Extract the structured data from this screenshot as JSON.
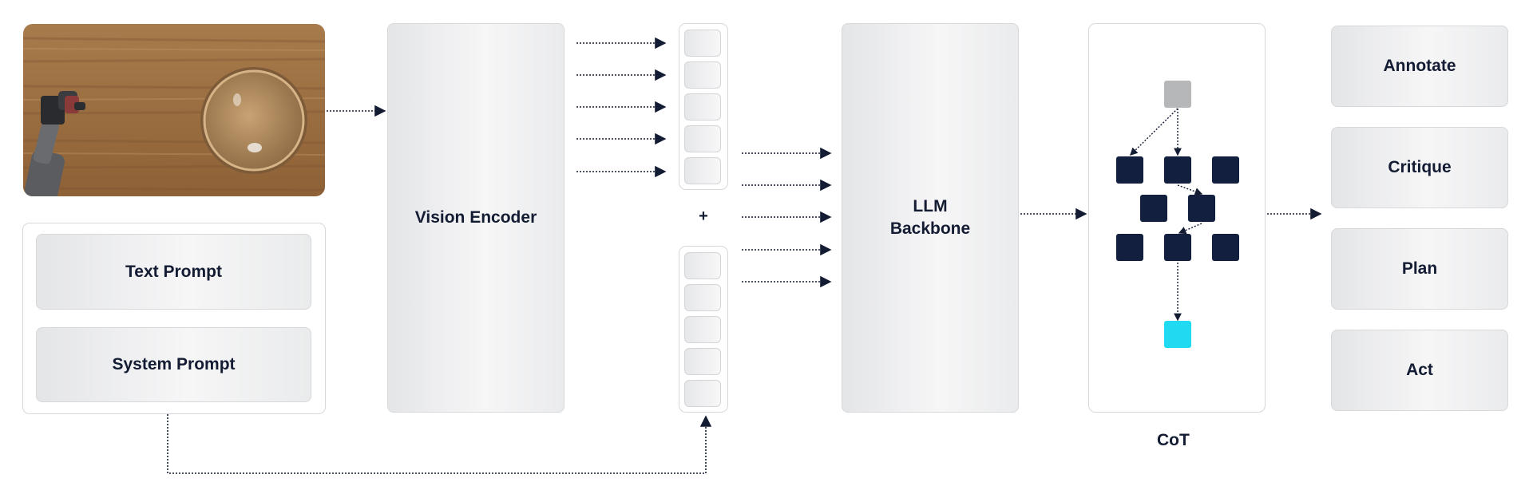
{
  "inputs": {
    "text_prompt": "Text Prompt",
    "system_prompt": "System Prompt"
  },
  "encoder": {
    "label": "Vision Encoder"
  },
  "tokens": {
    "plus": "+"
  },
  "llm": {
    "line1": "LLM",
    "line2": "Backbone"
  },
  "cot": {
    "label": "CoT"
  },
  "outputs": [
    {
      "label": "Annotate"
    },
    {
      "label": "Critique"
    },
    {
      "label": "Plan"
    },
    {
      "label": "Act"
    }
  ],
  "colors": {
    "node_dark": "#131f3f",
    "node_root": "#b6b7b9",
    "node_result": "#1fdaf0",
    "arrow": "#131c33"
  }
}
